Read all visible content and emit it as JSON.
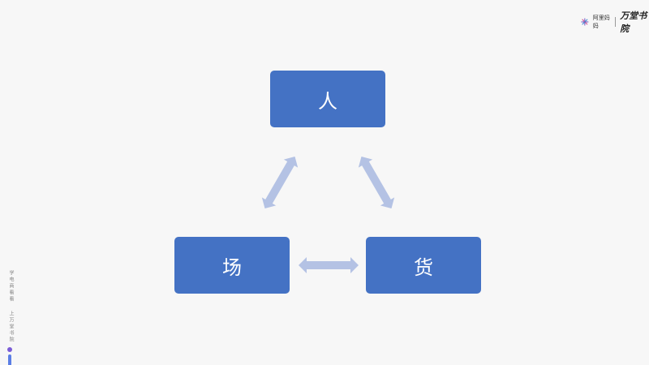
{
  "diagram": {
    "nodes": {
      "person": "人",
      "place": "场",
      "goods": "货"
    },
    "colors": {
      "node_fill": "#4472c4",
      "arrow_fill": "#b4c2e4"
    }
  },
  "header": {
    "brand_name": "阿里妈妈",
    "calligraphy": "万堂书院"
  },
  "sidebar": {
    "line1": "学电商看看",
    "line2": "上万堂书院"
  }
}
